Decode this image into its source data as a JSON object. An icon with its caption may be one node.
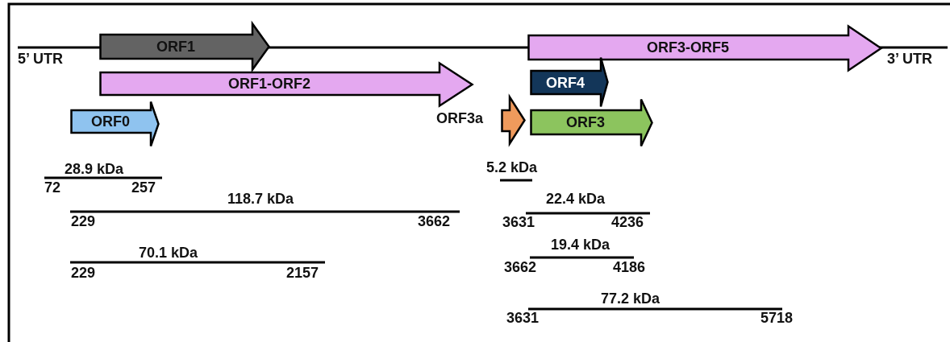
{
  "diagram": {
    "nodes": [
      {
        "text": [
          "ORF1"
        ]
      },
      {
        "text": [
          "ORF3-ORF5"
        ]
      },
      {
        "text": [
          "ORF1-ORF2"
        ]
      },
      {
        "text": [
          "ORF4"
        ]
      },
      {
        "text": [
          "ORF0"
        ]
      },
      {
        "text": [],
        "shape": "arrow"
      },
      {
        "text": [
          "ORF3"
        ]
      }
    ],
    "edges": [],
    "labels": [
      "5’ UTR",
      "3’ UTR",
      "ORF3a",
      "28.9 kDa",
      "5.2 kDa",
      "72",
      "257",
      "118.7 kDa",
      "22.4 kDa",
      "229",
      "3662",
      "3631",
      "4236",
      "19.4 kDa",
      "70.1 kDa",
      "3662",
      "4186",
      "229",
      "2157",
      "77.2 kDa",
      "3631",
      "5718"
    ]
  }
}
